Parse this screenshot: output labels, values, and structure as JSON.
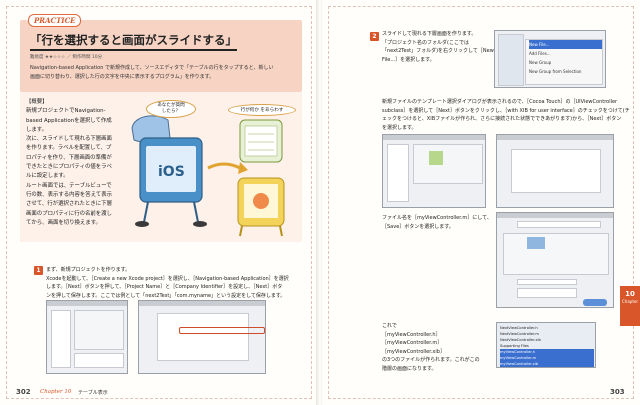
{
  "left_page": {
    "practice_tag": "PRACTICE",
    "title": "「行を選択すると画面がスライドする」",
    "meta": "難易度 ★★☆☆☆ ／ 制作時間 10分",
    "description_lines": [
      "Navigation-based Application で新規作成して、ソースエディタで「テーブルの行をタップすると、新しい",
      "画面に切り替わり、選択した行の文字を中央に表示するプログラム」を作ります。"
    ],
    "overview": {
      "label": "【概要】",
      "lines": [
        "新規プロジェクトでNavigation-",
        "based Applicationを選択して作成",
        "します。",
        "次に、スライドして現れる下層画面",
        "を作ります。ラベルを配置して、プ",
        "ロパティを作り、下層画面の準備が",
        "できたときにプロパティの値をラベ",
        "ルに設定します。",
        "ルート画面では、テーブルビューで",
        "行の数、表示する内容を答えて表示",
        "させて、行が選択されたときに下層",
        "画面のプロパティに行の名前を渡し",
        "てから、画面を切り換えます。"
      ],
      "bubble_left": [
        "あなたが質問",
        "したら？"
      ],
      "bubble_right": "行が何か をあらわす"
    },
    "step1": {
      "num": "1",
      "lines": [
        "まず、新規プロジェクトを作ります。",
        "Xcodeを起動して、［Create a new Xcode project］を選択し、［Navigation-based Application］を選択",
        "します。［Next］ボタンを押して、［Project Name］と［Company Identifier］を設定し、［Next］ボタ",
        "ンを押して保存します。ここでは例として「next2Test」「com.myname」という設定をして保存します。"
      ]
    },
    "folio": "302",
    "chapter_tag": "Chapter 10",
    "chapter_title": "テーブル表示"
  },
  "right_page": {
    "step2": {
      "num": "2",
      "lines": [
        "スライドして現れる下層画面を作ります。",
        "「プロジェクト名のフォルダ(ここでは",
        "「next2Test」フォルダ)を右クリックして［New",
        "File...］を選択します。"
      ]
    },
    "step2b_lines": [
      "新規ファイルのテンプレート選択ダイアログが表示されるので、［Cocoa Touch］の［UIViewController",
      "subclass］を選択して［Next］ボタンをクリックし、［with XIB for user interface］のチェックをつけて(チ",
      "ェックをつけると、XIBファイルが作られ、さらに接続された状態でできあがります)から、［Next］ボタン",
      "を選択します。"
    ],
    "step2c_lines": [
      "ファイル名を［myViewController.m］にして、",
      "［Save］ボタンを選択します。"
    ],
    "step2d_lines": [
      "これで",
      "［myViewController.h］",
      "［myViewController.m］",
      "［myViewController.xib］",
      "の3つのファイルが作られます。これがこの",
      "階層の画面になります。"
    ],
    "menu_items": [
      "New File...",
      "Add Files...",
      "New Group",
      "New Group from Selection"
    ],
    "file_list": [
      "NextViewController.h",
      "NextViewController.m",
      "NextViewController.xib",
      "Supporting Files",
      "myViewController.h",
      "myViewController.m",
      "myViewController.xib"
    ],
    "folio": "303",
    "side_tab": [
      "10",
      "Chapter"
    ]
  },
  "colors": {
    "accent": "#d9562a",
    "header_bg": "#f6d3c3",
    "overview_bg": "#fdf1ea"
  }
}
